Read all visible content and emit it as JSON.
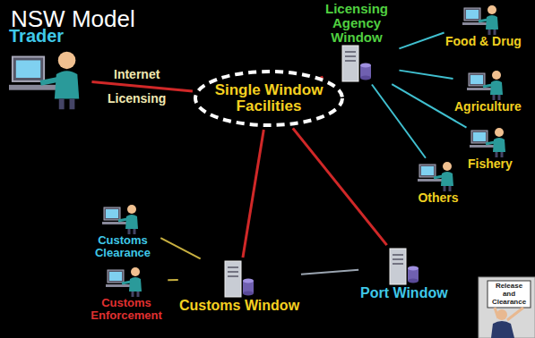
{
  "diagram": {
    "title": "NSW Model",
    "nodes": [
      {
        "text": [
          "Trader"
        ]
      },
      {
        "text": [
          "Single Window Facilities"
        ]
      },
      {
        "text": [
          "Licensing Agency Window"
        ]
      },
      {
        "text": [
          "Food & Drug"
        ]
      },
      {
        "text": [
          "Agriculture"
        ]
      },
      {
        "text": [
          "Fishery"
        ]
      },
      {
        "text": [
          "Others"
        ]
      },
      {
        "text": [
          "Customs Clearance"
        ]
      },
      {
        "text": [
          "Customs Enforcement"
        ]
      },
      {
        "text": [
          "Customs Window"
        ]
      },
      {
        "text": [
          "Port Window"
        ]
      }
    ],
    "edges": [
      {
        "from": 0,
        "to": 1,
        "arrow": "none",
        "label": "Internet"
      },
      {
        "from": 1,
        "to": 2,
        "arrow": "none"
      },
      {
        "from": 2,
        "to": 3,
        "arrow": "none"
      },
      {
        "from": 2,
        "to": 4,
        "arrow": "none"
      },
      {
        "from": 2,
        "to": 5,
        "arrow": "none"
      },
      {
        "from": 2,
        "to": 6,
        "arrow": "none"
      },
      {
        "from": 1,
        "to": 9,
        "arrow": "none"
      },
      {
        "from": 1,
        "to": 10,
        "arrow": "none"
      },
      {
        "from": 9,
        "to": 10,
        "arrow": "none"
      },
      {
        "from": 9,
        "to": 7,
        "arrow": "none"
      },
      {
        "from": 9,
        "to": 8,
        "arrow": "none"
      }
    ],
    "labels": [
      "Licensing",
      "Release and Clearance"
    ]
  }
}
